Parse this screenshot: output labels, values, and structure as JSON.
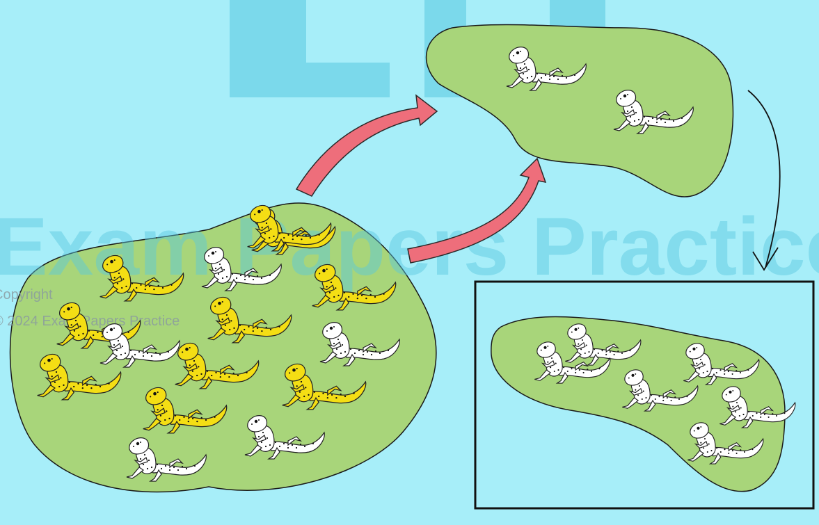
{
  "colors": {
    "sea": "#a7eef9",
    "island": "#a8d57a",
    "island_stroke": "#1a1a1a",
    "arrow_fill": "#ee6e7b",
    "arrow_stroke": "#2a2a2a",
    "lizard_yellow": "#f4de14",
    "lizard_white": "#ffffff",
    "lizard_stroke": "#222222",
    "frame_stroke": "#111111",
    "watermark": "#58c8e0",
    "watermark_grey": "#8a9aa0"
  },
  "icons": {
    "lizard": "lizard-icon",
    "arrow": "curved-arrow-icon"
  },
  "watermark": {
    "main": "Exam Papers Practice",
    "copyright_line1": "Copyright",
    "copyright_line2": "© 2024 Exam Papers Practice"
  },
  "populations": {
    "mainland": {
      "yellow_lizards": 10,
      "white_lizards": 5
    },
    "small_island": {
      "yellow_lizards": 0,
      "white_lizards": 2
    },
    "later_island": {
      "yellow_lizards": 0,
      "white_lizards": 6
    }
  }
}
